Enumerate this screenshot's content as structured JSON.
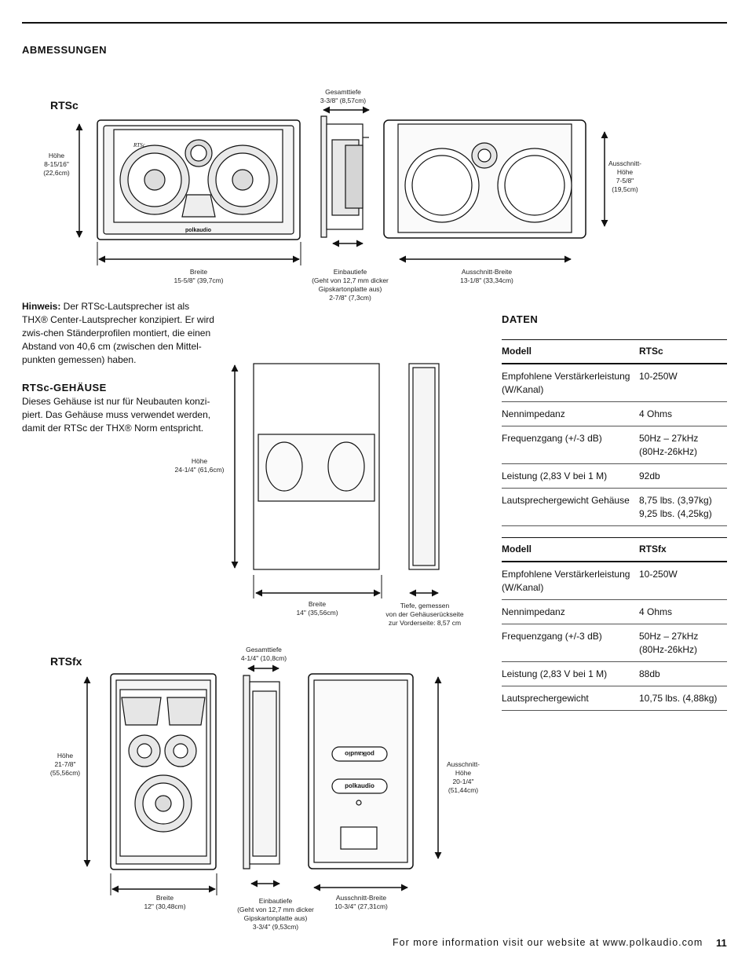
{
  "page": {
    "section_title": "ABMESSUNGEN",
    "footer_text": "For more information visit our website at www.polkaudio.com",
    "page_number": "11"
  },
  "rtsc": {
    "model_label": "RTSc",
    "front_logo": "RTSc",
    "brand": "polkaudio",
    "height_label": "Höhe\n8-15/16\"\n(22,6cm)",
    "width_label": "Breite\n15-5/8\" (39,7cm)",
    "total_depth_label": "Gesamttiefe\n3-3/8\" (8,57cm)",
    "install_depth_label": "Einbautiefe\n(Geht von 12,7 mm dicker\nGipskartonplatte aus)\n2-7/8\" (7,3cm)",
    "cutout_width_label": "Ausschnitt-Breite\n13-1/8\" (33,34cm)",
    "cutout_height_label": "Ausschnitt-\nHöhe\n7-5/8\"\n(19,5cm)"
  },
  "hinweis": {
    "lead": "Hinweis:",
    "text": " Der RTSc-Lautsprecher ist als THX® Center-Lautsprecher konzipiert. Er wird zwis-chen Ständerprofilen montiert, die einen Abstand von 40,6 cm (zwischen den Mittel-punkten gemessen) haben."
  },
  "gehaeuse": {
    "title": "RTSc-GEHÄUSE",
    "text": "Dieses Gehäuse ist nur für Neubauten konzi-piert. Das Gehäuse muss verwendet werden, damit der RTSc der THX® Norm entspricht.",
    "height_label": "Höhe\n24-1/4\" (61,6cm)",
    "width_label": "Breite\n14\" (35,56cm)",
    "depth_label": "Tiefe, gemessen\nvon der Gehäuserückseite\nzur Vorderseite: 8,57 cm"
  },
  "rtsfx": {
    "model_label": "RTSfx",
    "brand": "polkaudio",
    "height_label": "Höhe\n21-7/8\"\n(55,56cm)",
    "width_label": "Breite\n12\" (30,48cm)",
    "total_depth_label": "Gesamttiefe\n4-1/4\" (10,8cm)",
    "install_depth_label": "Einbautiefe\n(Geht von 12,7 mm dicker\nGipskartonplatte aus)\n3-3/4\" (9,53cm)",
    "cutout_width_label": "Ausschnitt-Breite\n10-3/4\" (27,31cm)",
    "cutout_height_label": "Ausschnitt-\nHöhe\n20-1/4\"\n(51,44cm)"
  },
  "daten": {
    "title": "DATEN",
    "table1": {
      "header": [
        "Modell",
        "RTSc"
      ],
      "rows": [
        [
          "Empfohlene Verstärkerleistung (W/Kanal)",
          "10-250W"
        ],
        [
          "Nennimpedanz",
          "4 Ohms"
        ],
        [
          "Frequenzgang (+/-3 dB)",
          "50Hz – 27kHz (80Hz-26kHz)"
        ],
        [
          "Leistung (2,83 V bei 1 M)",
          "92db"
        ],
        [
          "Lautsprechergewicht Gehäuse",
          "8,75 lbs. (3,97kg) 9,25 lbs. (4,25kg)"
        ]
      ]
    },
    "table2": {
      "header": [
        "Modell",
        "RTSfx"
      ],
      "rows": [
        [
          "Empfohlene Verstärkerleistung (W/Kanal)",
          "10-250W"
        ],
        [
          "Nennimpedanz",
          "4 Ohms"
        ],
        [
          "Frequenzgang (+/-3 dB)",
          "50Hz – 27kHz (80Hz-26kHz)"
        ],
        [
          "Leistung (2,83 V bei 1 M)",
          "88db"
        ],
        [
          "Lautsprechergewicht",
          "10,75 lbs. (4,88kg)"
        ]
      ]
    }
  }
}
